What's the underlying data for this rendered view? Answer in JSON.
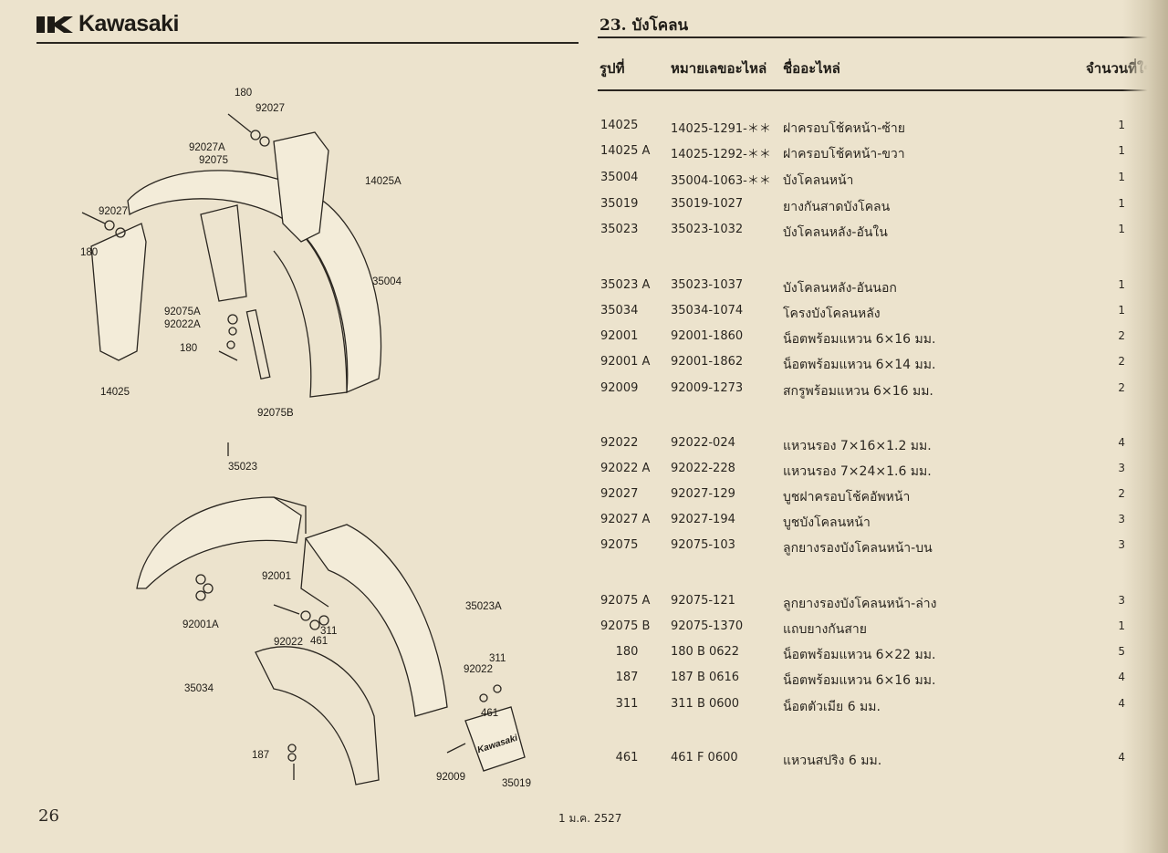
{
  "header": {
    "brand": "Kawasaki",
    "section_title": "23. บังโคลน"
  },
  "table": {
    "columns": {
      "ref": "รูปที่",
      "part_no": "หมายเลขอะไหล่",
      "name": "ชื่ออะไหล่",
      "qty": "จำนวนที่ใช้"
    },
    "rows": [
      {
        "ref": "14025",
        "part_no": "14025-1291-＊＊",
        "name": "ฝาครอบโช้คหน้า-ซ้าย",
        "qty": "1"
      },
      {
        "ref": "14025 A",
        "part_no": "14025-1292-＊＊",
        "name": "ฝาครอบโช้คหน้า-ขวา",
        "qty": "1"
      },
      {
        "ref": "35004",
        "part_no": "35004-1063-＊＊",
        "name": "บังโคลนหน้า",
        "qty": "1"
      },
      {
        "ref": "35019",
        "part_no": "35019-1027",
        "name": "ยางกันสาดบังโคลน",
        "qty": "1"
      },
      {
        "ref": "35023",
        "part_no": "35023-1032",
        "name": "บังโคลนหลัง-อันใน",
        "qty": "1"
      },
      {
        "ref": "35023 A",
        "part_no": "35023-1037",
        "name": "บังโคลนหลัง-อันนอก",
        "qty": "1"
      },
      {
        "ref": "35034",
        "part_no": "35034-1074",
        "name": "โครงบังโคลนหลัง",
        "qty": "1"
      },
      {
        "ref": "92001",
        "part_no": "92001-1860",
        "name": "น็อตพร้อมแหวน 6×16 มม.",
        "qty": "2"
      },
      {
        "ref": "92001 A",
        "part_no": "92001-1862",
        "name": "น็อตพร้อมแหวน 6×14 มม.",
        "qty": "2"
      },
      {
        "ref": "92009",
        "part_no": "92009-1273",
        "name": "สกรูพร้อมแหวน 6×16 มม.",
        "qty": "2"
      },
      {
        "ref": "92022",
        "part_no": "92022-024",
        "name": "แหวนรอง 7×16×1.2 มม.",
        "qty": "4"
      },
      {
        "ref": "92022 A",
        "part_no": "92022-228",
        "name": "แหวนรอง 7×24×1.6 มม.",
        "qty": "3"
      },
      {
        "ref": "92027",
        "part_no": "92027-129",
        "name": "บูชฝาครอบโช้คอัพหน้า",
        "qty": "2"
      },
      {
        "ref": "92027 A",
        "part_no": "92027-194",
        "name": "บูชบังโคลนหน้า",
        "qty": "3"
      },
      {
        "ref": "92075",
        "part_no": "92075-103",
        "name": "ลูกยางรองบังโคลนหน้า-บน",
        "qty": "3"
      },
      {
        "ref": "92075 A",
        "part_no": "92075-121",
        "name": "ลูกยางรองบังโคลนหน้า-ล่าง",
        "qty": "3"
      },
      {
        "ref": "92075 B",
        "part_no": "92075-1370",
        "name": "แถบยางกันสาย",
        "qty": "1"
      },
      {
        "ref": "180",
        "part_no": "180 B 0622",
        "name": "น็อตพร้อมแหวน 6×22 มม.",
        "qty": "5"
      },
      {
        "ref": "187",
        "part_no": "187 B 0616",
        "name": "น็อตพร้อมแหวน 6×16 มม.",
        "qty": "4"
      },
      {
        "ref": "311",
        "part_no": "311 B 0600",
        "name": "น็อตตัวเมีย 6 มม.",
        "qty": "4"
      },
      {
        "ref": "461",
        "part_no": "461 F 0600",
        "name": "แหวนสปริง 6 มม.",
        "qty": "4"
      }
    ]
  },
  "diagram": {
    "callouts": {
      "c180a": "180",
      "c92027a": "92027",
      "c92027A": "92027A",
      "c92075": "92075",
      "c14025A": "14025A",
      "c92027b": "92027",
      "c180b": "180",
      "c35004": "35004",
      "c92075A": "92075A",
      "c92022A": "92022A",
      "c180c": "180",
      "c14025": "14025",
      "c92075B": "92075B",
      "c35023": "35023",
      "c92001": "92001",
      "c35023A": "35023A",
      "c92001A": "92001A",
      "c311a": "311",
      "c92022": "92022",
      "c461a": "461",
      "c311b": "311",
      "c92022b": "92022",
      "c35034": "35034",
      "c461b": "461",
      "c187": "187",
      "c92009": "92009",
      "c35019": "35019",
      "mudflap_text": "Kawasaki"
    }
  },
  "footer": {
    "page_number": "26",
    "date": "1 ม.ค. 2527"
  }
}
